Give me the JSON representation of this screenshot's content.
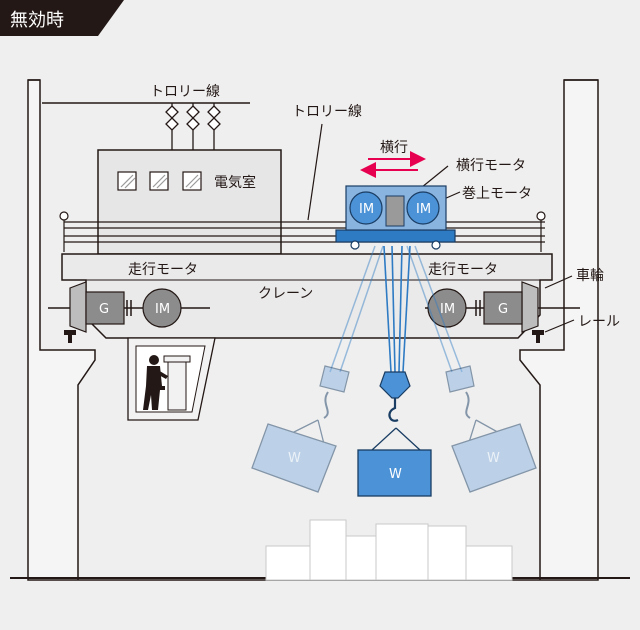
{
  "header": {
    "title": "無効時"
  },
  "labels": {
    "trolley_line_left": "トロリー線",
    "trolley_line_right": "トロリー線",
    "electrical_room": "電気室",
    "traverse": "横行",
    "traverse_motor": "横行モータ",
    "hoist_motor": "巻上モータ",
    "travel_motor_left": "走行モータ",
    "travel_motor_right": "走行モータ",
    "crane": "クレーン",
    "wheel": "車輪",
    "rail": "レール",
    "im": "IM",
    "generator": "G",
    "load": "W"
  },
  "colors": {
    "header_bg": "#231815",
    "panel": "#e6e6e6",
    "line": "#231815",
    "accent_blue": "#2e7bc4",
    "light_blue": "#a9c9ea",
    "load_blue": "#4b92d6",
    "arrow_red": "#e6004f",
    "motor_gray": "#8c8c8c"
  }
}
